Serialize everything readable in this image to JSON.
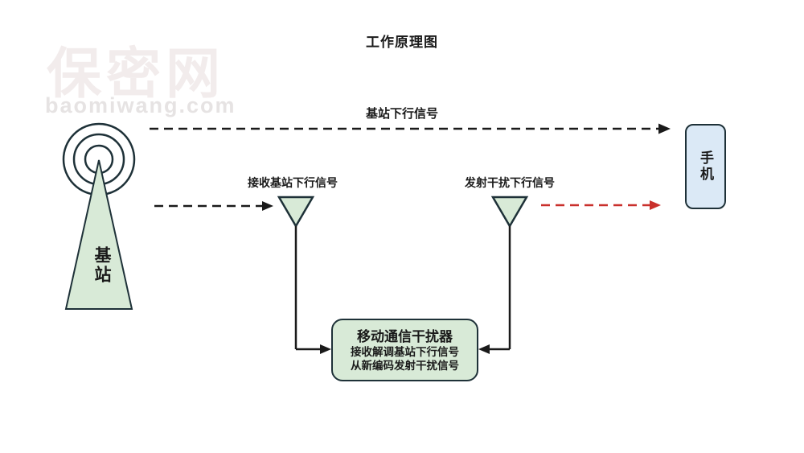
{
  "title": "工作原理图",
  "watermark": {
    "text": "保密网",
    "domain": "baomiwang.com"
  },
  "base_station": {
    "label": "基站"
  },
  "phone": {
    "label": "手机"
  },
  "jammer": {
    "title": "移动通信干扰器",
    "desc_line1": "接收解调基站下行信号",
    "desc_line2": "从新编码发射干扰信号"
  },
  "arrows": {
    "downlink_label": "基站下行信号",
    "receive_label": "接收基站下行信号",
    "transmit_label": "发射干扰下行信号"
  },
  "colors": {
    "shape_fill_green": "#d8ead7",
    "shape_fill_blue": "#dbe9f6",
    "shape_stroke": "#1e3138",
    "arrow_black": "#1a1a1a",
    "arrow_red": "#c9302c",
    "watermark_text": "#f2ecec",
    "watermark_domain": "#e6e3e3"
  }
}
